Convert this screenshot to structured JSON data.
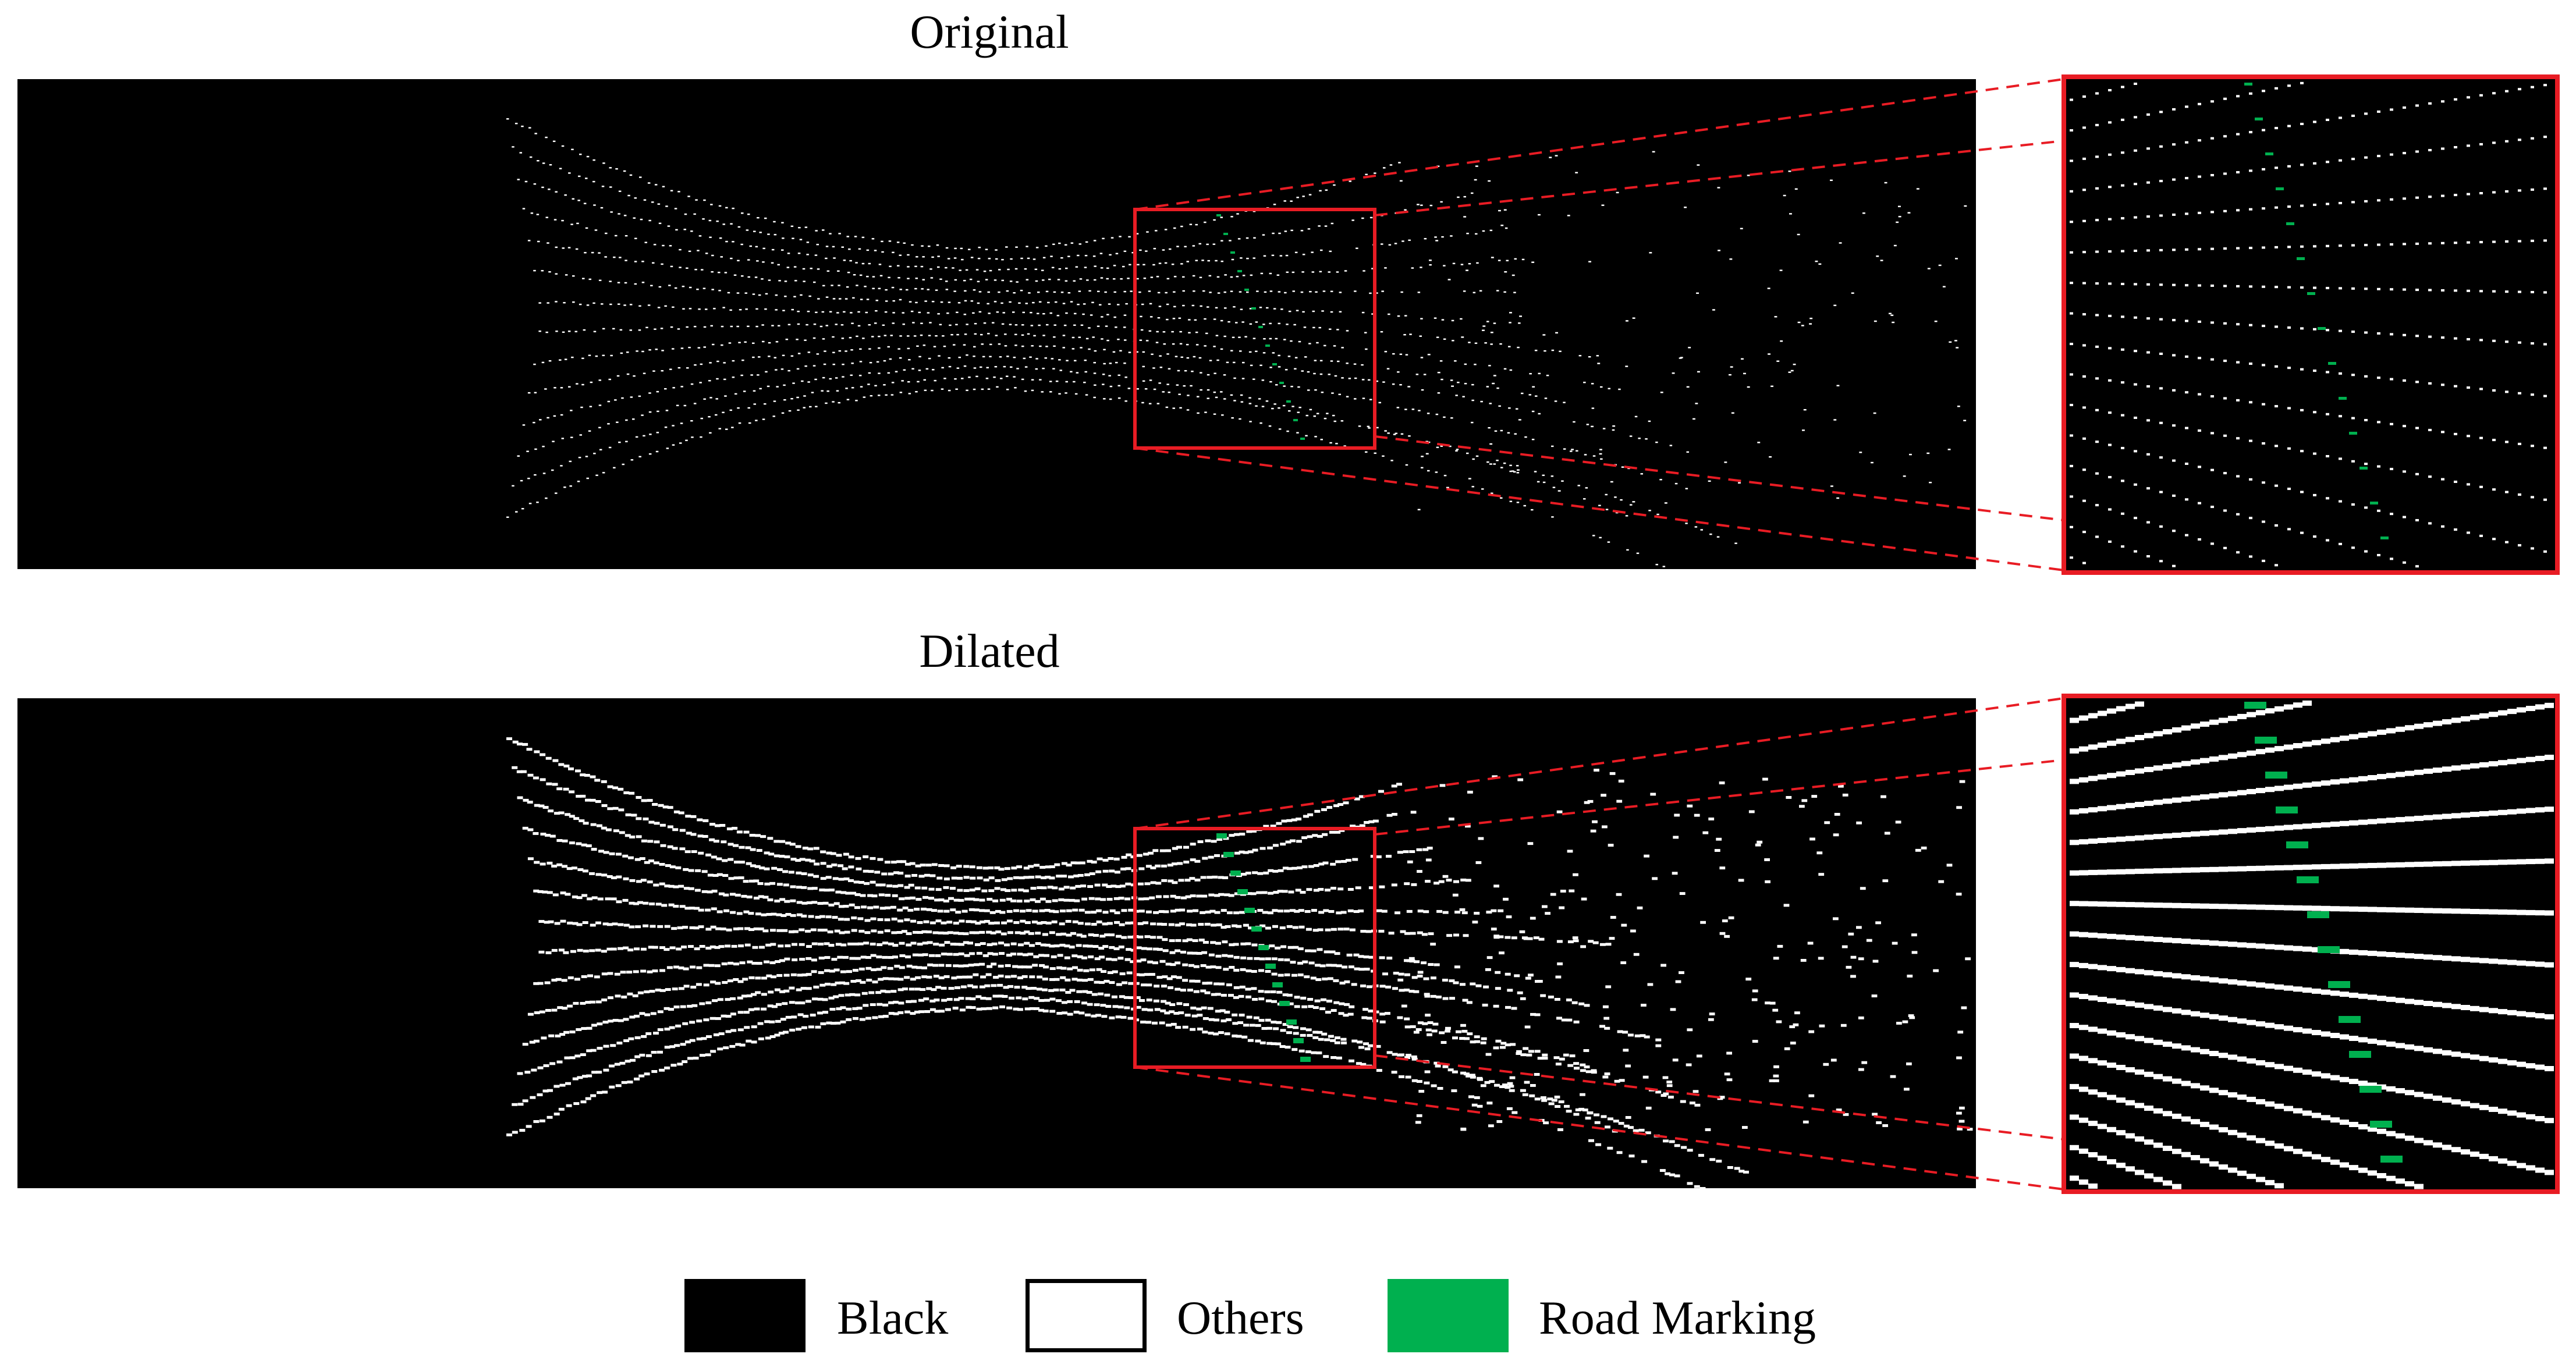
{
  "panels": [
    {
      "title": "Original",
      "style": "sparse"
    },
    {
      "title": "Dilated",
      "style": "dilated"
    }
  ],
  "legend": [
    {
      "label": "Black",
      "color": "#000000"
    },
    {
      "label": "Others",
      "color": "#ffffff"
    },
    {
      "label": "Road Marking",
      "color": "#00b04f"
    }
  ],
  "colors": {
    "background": "#000000",
    "points": "#ffffff",
    "road_marking": "#00b04f",
    "zoom_box": "#e81c24"
  }
}
